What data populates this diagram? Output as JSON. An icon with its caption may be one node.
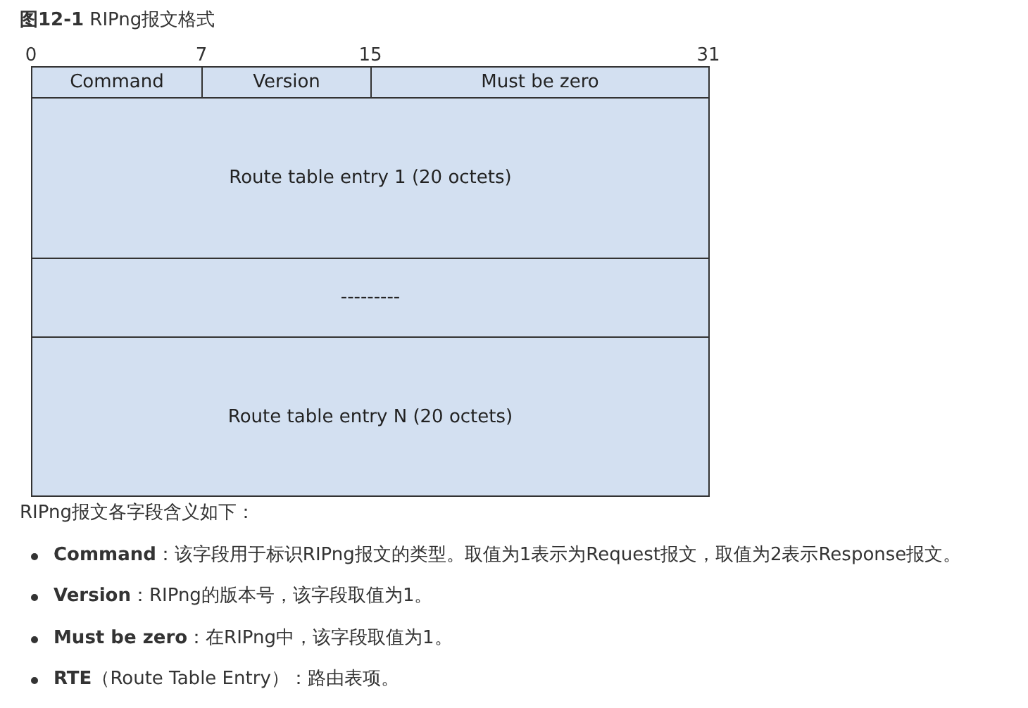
{
  "diagram": {
    "title": "**图12-1** RIPng报文格式",
    "nodes": [
      {
        "text": [
          "Command"
        ]
      },
      {
        "text": [
          "Version"
        ]
      },
      {
        "text": [
          "Must be zero"
        ]
      },
      {
        "text": [
          "Route table entry 1 (20 octets)"
        ]
      },
      {
        "text": [
          "---------"
        ]
      },
      {
        "text": [
          "Route table entry N (20 octets)"
        ]
      }
    ],
    "labels": [
      "0",
      "7",
      "15",
      "31",
      "RIPng报文各字段含义如下：",
      "**Command**：该字段用于标识RIPng报文的类型。取值为1表示为Request报文，取值为2表示Response报文。",
      "**Version**：RIPng的版本号，该字段取值为1。",
      "**Must be zero**：在RIPng中，该字段取值为1。",
      "**RTE**（Route Table Entry）：路由表项。"
    ]
  }
}
